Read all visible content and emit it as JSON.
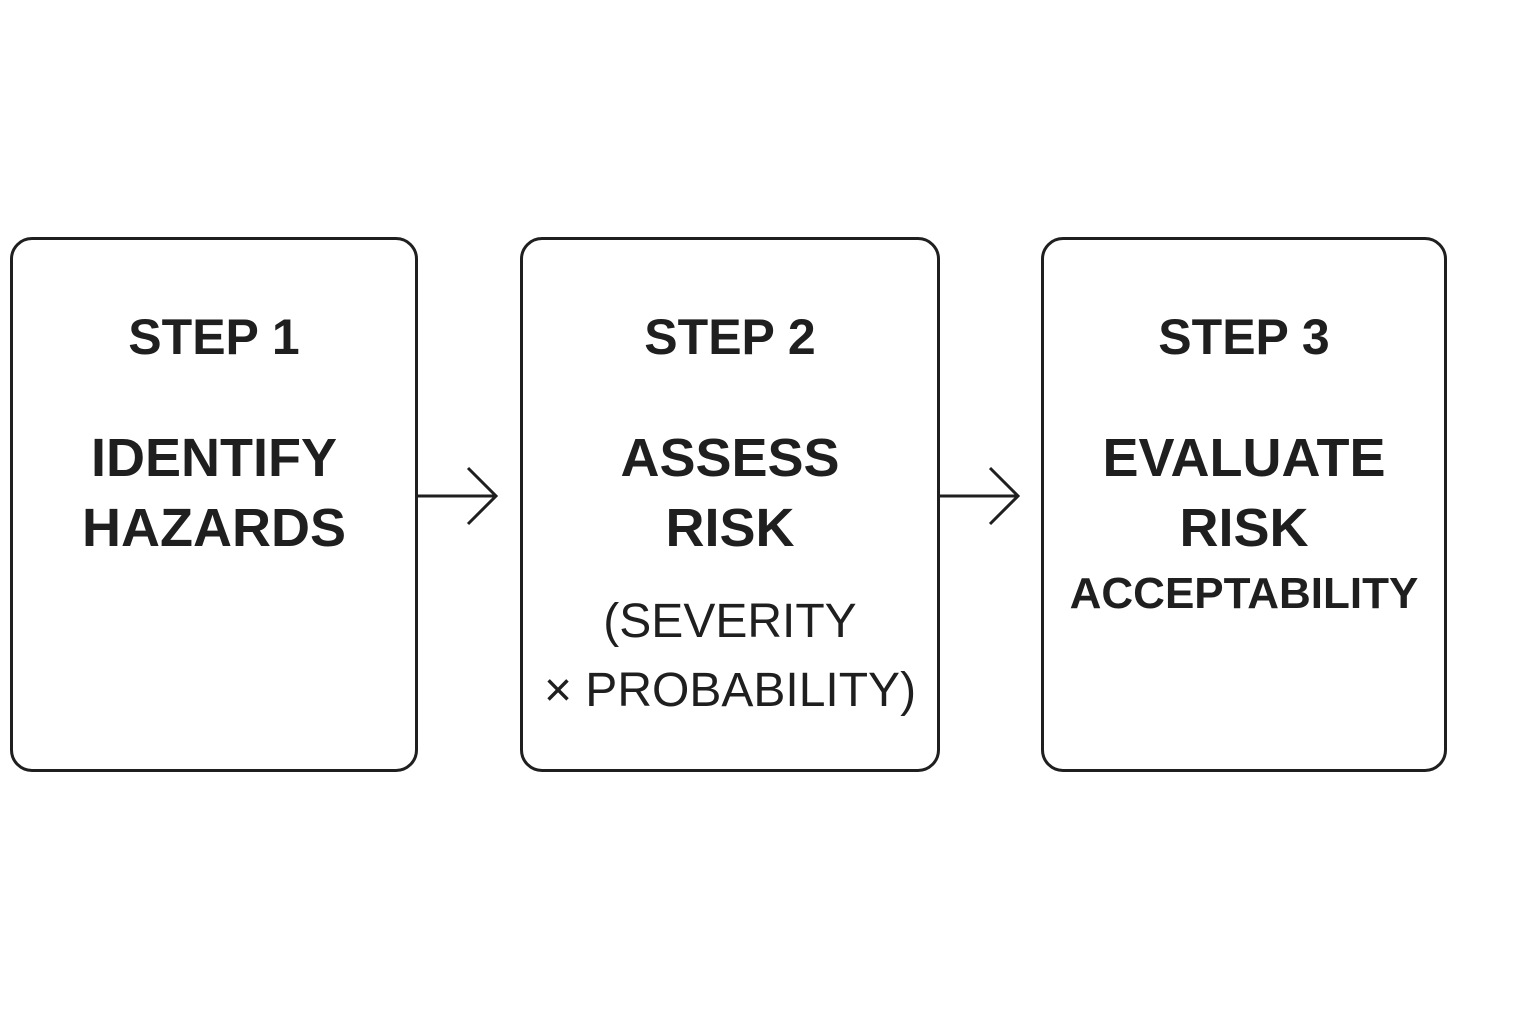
{
  "steps": [
    {
      "step_label": "STEP 1",
      "title_line1": "IDENTIFY",
      "title_line2": "HAZARDS"
    },
    {
      "step_label": "STEP 2",
      "title_line1": "ASSESS",
      "title_line2": "RISK",
      "detail_line1": "(SEVERITY",
      "detail_line2": "× PROBABILITY)"
    },
    {
      "step_label": "STEP 3",
      "title_line1": "EVALUATE",
      "title_line2": "RISK",
      "title_line3": "ACCEPTABILITY"
    }
  ],
  "colors": {
    "stroke": "#1f1f1f",
    "background": "#ffffff"
  },
  "icons": {
    "connector": "arrow-right-icon"
  }
}
